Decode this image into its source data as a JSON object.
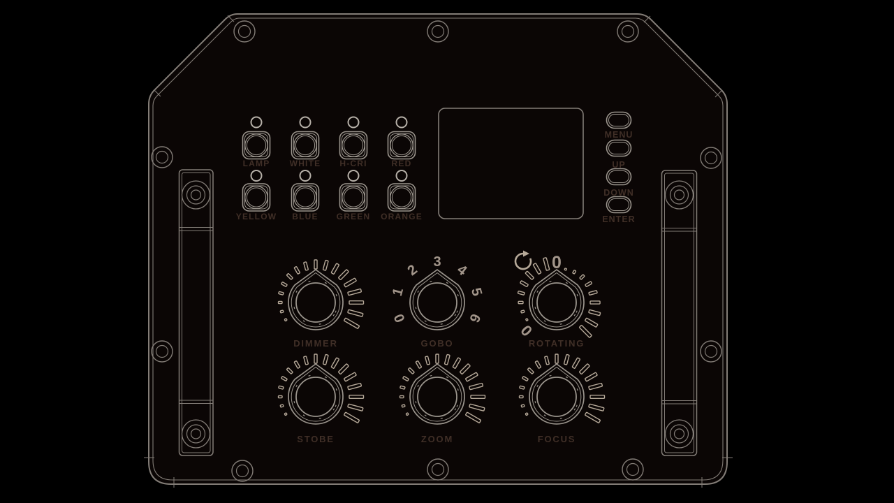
{
  "palette": {
    "background": "#000000",
    "panel_fill": "#0b0605",
    "outline": "#837d77",
    "outline_bright": "#9b958d",
    "led_color": "#b6b0a8",
    "tick_color": "#b6a999",
    "number_color": "#a2958a",
    "label_color": "#402f27"
  },
  "color_buttons": {
    "rows": [
      {
        "buttons": [
          {
            "label": "LAMP"
          },
          {
            "label": "WHITE"
          },
          {
            "label": "H-CRI"
          },
          {
            "label": "RED"
          }
        ]
      },
      {
        "buttons": [
          {
            "label": "YELLOW"
          },
          {
            "label": "BLUE"
          },
          {
            "label": "GREEN"
          },
          {
            "label": "ORANGE"
          }
        ]
      }
    ]
  },
  "menu_buttons": [
    {
      "label": "MENU"
    },
    {
      "label": "UP"
    },
    {
      "label": "DOWN"
    },
    {
      "label": "ENTER"
    }
  ],
  "display": {
    "content": ""
  },
  "knobs": {
    "dimmer": {
      "label": "DIMMER"
    },
    "gobo": {
      "label": "GOBO",
      "numbers": [
        "0",
        "1",
        "2",
        "3",
        "4",
        "5",
        "6"
      ]
    },
    "rotating": {
      "label": "ROTATING",
      "zero_top": "0",
      "zero_bottom": "0"
    },
    "strobe": {
      "label": "STOBE"
    },
    "zoom": {
      "label": "ZOOM"
    },
    "focus": {
      "label": "FOCUS"
    }
  }
}
